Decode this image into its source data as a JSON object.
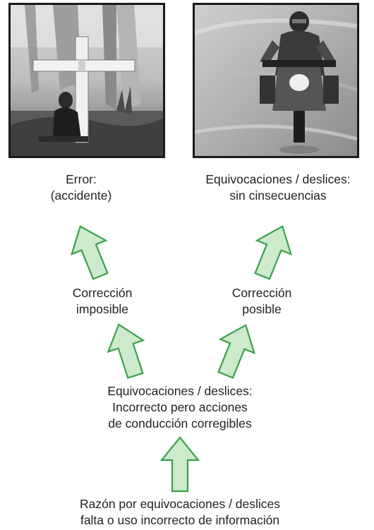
{
  "photos": {
    "left": {
      "description_icon": "cross-memorial-photo-icon"
    },
    "right": {
      "description_icon": "motorcycle-rider-photo-icon"
    }
  },
  "labels": {
    "top_left": {
      "line1": "Error:",
      "line2": "(accidente)"
    },
    "top_right": {
      "line1": "Equivocaciones / deslices:",
      "line2": "sin cinsecuencias"
    },
    "mid_left": {
      "line1": "Corrección",
      "line2": "imposible"
    },
    "mid_right": {
      "line1": "Corrección",
      "line2": "posible"
    },
    "center": {
      "line1": "Equivocaciones / deslices:",
      "line2": "Incorrecto pero acciones",
      "line3": "de conducción corregibles"
    },
    "bottom": {
      "line1": "Razón por equivocaciones / deslices",
      "line2": "falta o uso incorrecto de información"
    }
  },
  "colors": {
    "arrow_fill": "#cdeacc",
    "arrow_stroke": "#3aa04a",
    "frame": "#1a1a1a"
  }
}
